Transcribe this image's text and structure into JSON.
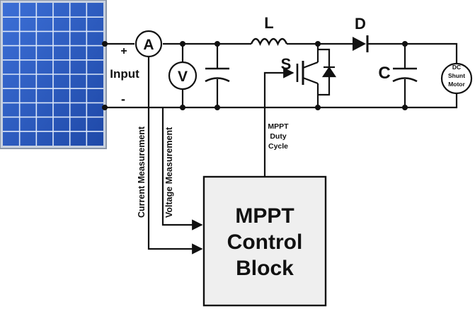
{
  "labels": {
    "inductor": "L",
    "diode": "D",
    "switch": "S",
    "capacitor": "C",
    "ammeter": "A",
    "voltmeter": "V",
    "input": "Input",
    "plus": "+",
    "minus": "-",
    "motor_line1": "DC",
    "motor_line2": "Shunt",
    "motor_line3": "Motor",
    "current_measurement": "Current Measurement",
    "voltage_measurement": "Voltage Measurement",
    "duty_line1": "MPPT",
    "duty_line2": "Duty",
    "duty_line3": "Cycle",
    "block_line1": "MPPT",
    "block_line2": "Control",
    "block_line3": "Block"
  },
  "colors": {
    "wire": "#111111",
    "panel_cell": "#2f5fc8",
    "panel_grid": "#d7e3f7",
    "panel_frame": "#9aa6b8",
    "block_fill": "#efefef"
  }
}
